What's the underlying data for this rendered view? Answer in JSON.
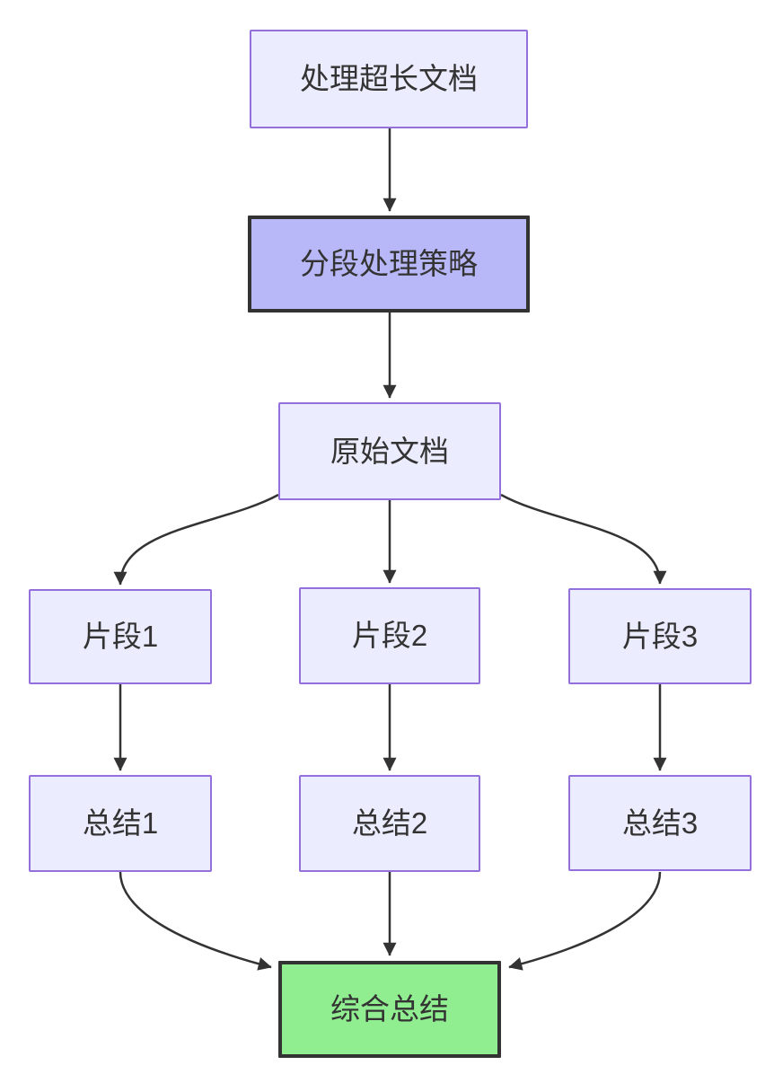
{
  "diagram": {
    "type": "flowchart",
    "direction": "top-down",
    "nodes": {
      "start": {
        "label": "处理超长文档",
        "style": "default"
      },
      "strategy": {
        "label": "分段处理策略",
        "style": "highlight-purple"
      },
      "source": {
        "label": "原始文档",
        "style": "default"
      },
      "seg1": {
        "label": "片段1",
        "style": "default"
      },
      "seg2": {
        "label": "片段2",
        "style": "default"
      },
      "seg3": {
        "label": "片段3",
        "style": "default"
      },
      "sum1": {
        "label": "总结1",
        "style": "default"
      },
      "sum2": {
        "label": "总结2",
        "style": "default"
      },
      "sum3": {
        "label": "总结3",
        "style": "default"
      },
      "final": {
        "label": "综合总结",
        "style": "highlight-green"
      }
    },
    "edges": [
      {
        "from": "start",
        "to": "strategy"
      },
      {
        "from": "strategy",
        "to": "source"
      },
      {
        "from": "source",
        "to": "seg1"
      },
      {
        "from": "source",
        "to": "seg2"
      },
      {
        "from": "source",
        "to": "seg3"
      },
      {
        "from": "seg1",
        "to": "sum1"
      },
      {
        "from": "seg2",
        "to": "sum2"
      },
      {
        "from": "seg3",
        "to": "sum3"
      },
      {
        "from": "sum1",
        "to": "final"
      },
      {
        "from": "sum2",
        "to": "final"
      },
      {
        "from": "sum3",
        "to": "final"
      }
    ],
    "colors": {
      "node_fill": "#ECECFF",
      "node_border": "#9370DB",
      "strategy_fill": "#b8b8f8",
      "strategy_border": "#333333",
      "final_fill": "#90EE90",
      "final_border": "#333333",
      "edge": "#333333",
      "text": "#333333",
      "background": "#ffffff"
    }
  }
}
